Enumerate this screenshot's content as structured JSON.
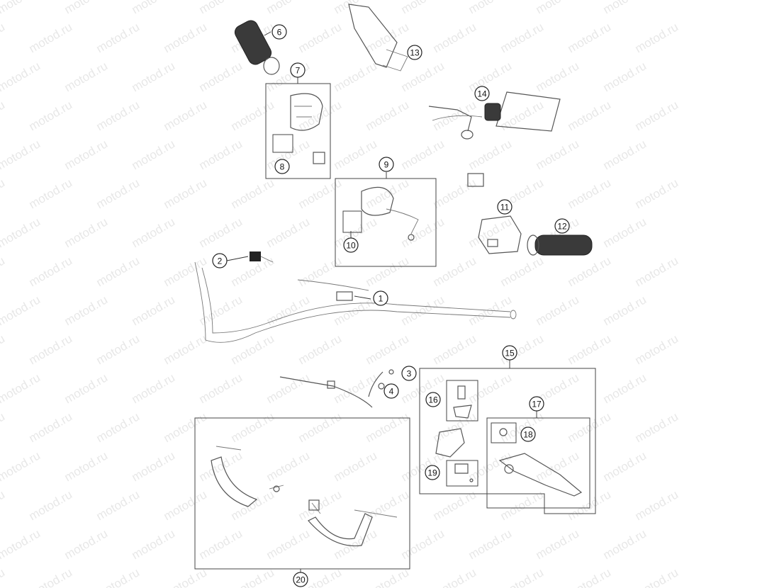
{
  "watermark": "motod.ru",
  "callouts": [
    {
      "id": "1",
      "label": "1"
    },
    {
      "id": "2",
      "label": "2"
    },
    {
      "id": "3",
      "label": "3"
    },
    {
      "id": "4",
      "label": "4"
    },
    {
      "id": "6",
      "label": "6"
    },
    {
      "id": "7",
      "label": "7"
    },
    {
      "id": "8",
      "label": "8"
    },
    {
      "id": "9",
      "label": "9"
    },
    {
      "id": "10",
      "label": "10"
    },
    {
      "id": "11",
      "label": "11"
    },
    {
      "id": "12",
      "label": "12"
    },
    {
      "id": "13",
      "label": "13"
    },
    {
      "id": "14",
      "label": "14"
    },
    {
      "id": "15",
      "label": "15"
    },
    {
      "id": "16",
      "label": "16"
    },
    {
      "id": "17",
      "label": "17"
    },
    {
      "id": "18",
      "label": "18"
    },
    {
      "id": "19",
      "label": "19"
    },
    {
      "id": "20",
      "label": "20"
    }
  ]
}
